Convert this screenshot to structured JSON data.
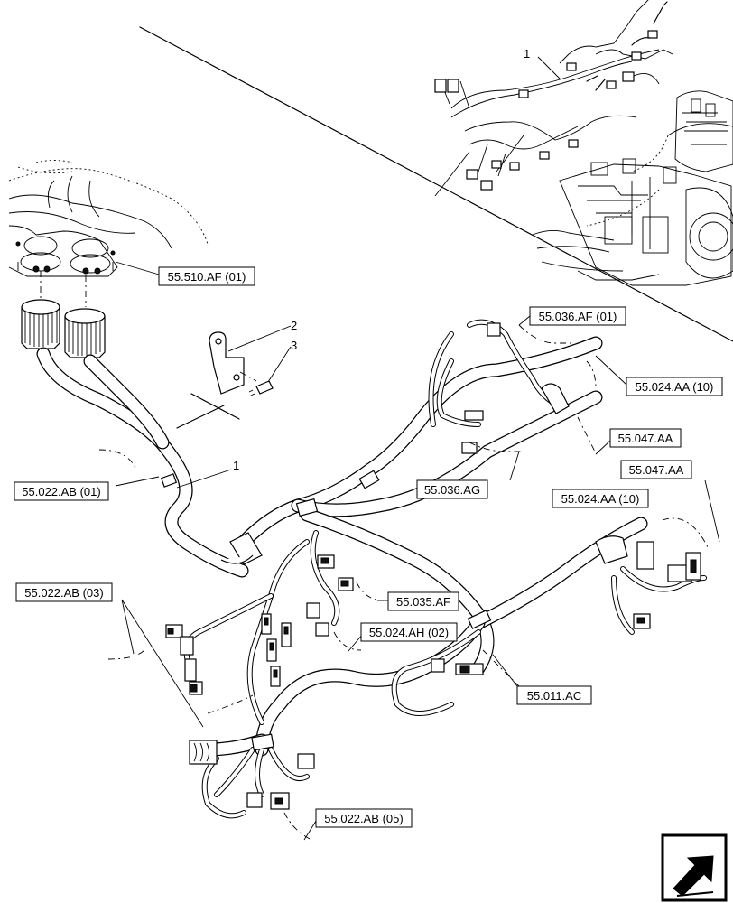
{
  "labels": {
    "l_55_510_af": "55.510.AF (01)",
    "l_55_036_af": "55.036.AF (01)",
    "l_55_024_aa_top": "55.024.AA (10)",
    "l_55_047_aa_a": "55.047.AA",
    "l_55_036_ag": "55.036.AG",
    "l_55_047_aa_b": "55.047.AA",
    "l_55_024_aa_mid": "55.024.AA (10)",
    "l_55_022_ab_01": "55.022.AB (01)",
    "l_55_022_ab_03": "55.022.AB (03)",
    "l_55_035_af": "55.035.AF",
    "l_55_024_ah": "55.024.AH (02)",
    "l_55_011_ac": "55.011.AC",
    "l_55_022_ab_05": "55.022.AB (05)"
  },
  "callouts": {
    "c1_top": "1",
    "c2": "2",
    "c3": "3",
    "c1_mid": "1"
  },
  "icons": {
    "corner": "next-page-arrow-icon"
  }
}
